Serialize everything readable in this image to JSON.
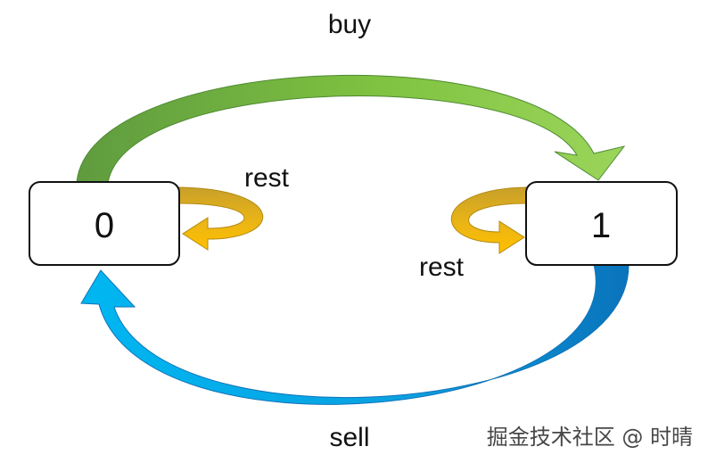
{
  "states": [
    {
      "id": "state-0",
      "label": "0"
    },
    {
      "id": "state-1",
      "label": "1"
    }
  ],
  "transitions": {
    "buy": "buy",
    "sell": "sell",
    "rest_left": "rest",
    "rest_right": "rest"
  },
  "watermark": "掘金技术社区 @ 时晴",
  "colors": {
    "buy_dark": "#6aa84f",
    "buy_light": "#92d050",
    "sell_dark": "#0070c0",
    "sell_light": "#00b0f0",
    "rest_dark": "#c9a227",
    "rest_light": "#ffc000",
    "state_fill": "#ffffff",
    "state_stroke": "#111111"
  }
}
